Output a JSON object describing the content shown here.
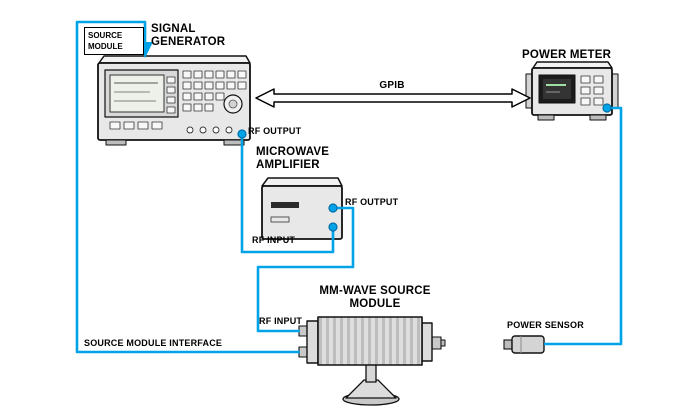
{
  "colors": {
    "cable_blue": "#00A3E8",
    "connector_ring": "#0070A8",
    "instrument_body": "#E8E8E8",
    "outline": "#111111"
  },
  "labels": {
    "source_module_box": "SOURCE\nMODULE",
    "signal_generator": "SIGNAL\nGENERATOR",
    "power_meter": "POWER METER",
    "gpib": "GPIB",
    "sg_rf_output": "RF OUTPUT",
    "microwave_amplifier": "MICROWAVE\nAMPLIFIER",
    "amp_rf_output": "RF OUTPUT",
    "amp_rf_input": "RF INPUT",
    "mm_wave_module": "MM-WAVE SOURCE\nMODULE",
    "module_rf_input": "RF INPUT",
    "power_sensor": "POWER SENSOR",
    "source_module_interface": "SOURCE MODULE INTERFACE"
  }
}
